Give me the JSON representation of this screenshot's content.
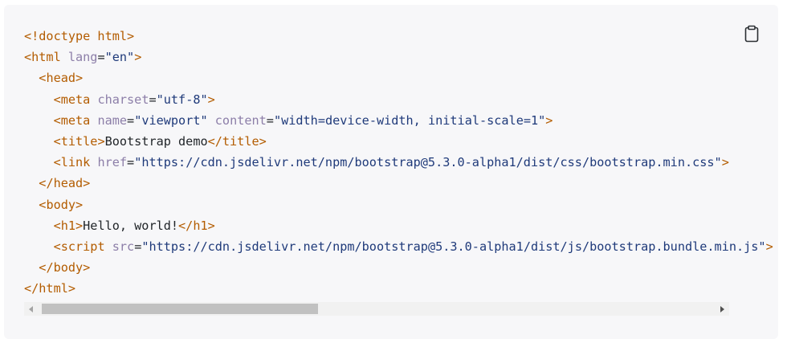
{
  "copy_button": {
    "icon": "clipboard-icon"
  },
  "code": {
    "language": "html",
    "lines": [
      [
        {
          "t": "doctype",
          "v": "<!doctype html>"
        }
      ],
      [
        {
          "t": "tag",
          "v": "<html"
        },
        {
          "t": "text",
          "v": " "
        },
        {
          "t": "attr",
          "v": "lang"
        },
        {
          "t": "punct",
          "v": "="
        },
        {
          "t": "str",
          "v": "\"en\""
        },
        {
          "t": "tag",
          "v": ">"
        }
      ],
      [
        {
          "t": "text",
          "v": "  "
        },
        {
          "t": "tag",
          "v": "<head>"
        }
      ],
      [
        {
          "t": "text",
          "v": "    "
        },
        {
          "t": "tag",
          "v": "<meta"
        },
        {
          "t": "text",
          "v": " "
        },
        {
          "t": "attr",
          "v": "charset"
        },
        {
          "t": "punct",
          "v": "="
        },
        {
          "t": "str",
          "v": "\"utf-8\""
        },
        {
          "t": "tag",
          "v": ">"
        }
      ],
      [
        {
          "t": "text",
          "v": "    "
        },
        {
          "t": "tag",
          "v": "<meta"
        },
        {
          "t": "text",
          "v": " "
        },
        {
          "t": "attr",
          "v": "name"
        },
        {
          "t": "punct",
          "v": "="
        },
        {
          "t": "str",
          "v": "\"viewport\""
        },
        {
          "t": "text",
          "v": " "
        },
        {
          "t": "attr",
          "v": "content"
        },
        {
          "t": "punct",
          "v": "="
        },
        {
          "t": "str",
          "v": "\"width=device-width, initial-scale=1\""
        },
        {
          "t": "tag",
          "v": ">"
        }
      ],
      [
        {
          "t": "text",
          "v": "    "
        },
        {
          "t": "tag",
          "v": "<title>"
        },
        {
          "t": "text",
          "v": "Bootstrap demo"
        },
        {
          "t": "tag",
          "v": "</title>"
        }
      ],
      [
        {
          "t": "text",
          "v": "    "
        },
        {
          "t": "tag",
          "v": "<link"
        },
        {
          "t": "text",
          "v": " "
        },
        {
          "t": "attr",
          "v": "href"
        },
        {
          "t": "punct",
          "v": "="
        },
        {
          "t": "str",
          "v": "\"https://cdn.jsdelivr.net/npm/bootstrap@5.3.0-alpha1/dist/css/bootstrap.min.css\""
        },
        {
          "t": "tag",
          "v": ">"
        }
      ],
      [
        {
          "t": "text",
          "v": "  "
        },
        {
          "t": "tag",
          "v": "</head>"
        }
      ],
      [
        {
          "t": "text",
          "v": "  "
        },
        {
          "t": "tag",
          "v": "<body>"
        }
      ],
      [
        {
          "t": "text",
          "v": "    "
        },
        {
          "t": "tag",
          "v": "<h1>"
        },
        {
          "t": "text",
          "v": "Hello, world!"
        },
        {
          "t": "tag",
          "v": "</h1>"
        }
      ],
      [
        {
          "t": "text",
          "v": "    "
        },
        {
          "t": "tag",
          "v": "<script"
        },
        {
          "t": "text",
          "v": " "
        },
        {
          "t": "attr",
          "v": "src"
        },
        {
          "t": "punct",
          "v": "="
        },
        {
          "t": "str",
          "v": "\"https://cdn.jsdelivr.net/npm/bootstrap@5.3.0-alpha1/dist/js/bootstrap.bundle.min.js\""
        },
        {
          "t": "tag",
          "v": ">"
        }
      ],
      [
        {
          "t": "text",
          "v": "  "
        },
        {
          "t": "tag",
          "v": "</body>"
        }
      ],
      [
        {
          "t": "tag",
          "v": "</html>"
        }
      ]
    ]
  },
  "scrollbar": {
    "left_arrow_icon": "scroll-left-arrow-icon",
    "right_arrow_icon": "scroll-right-arrow-icon",
    "position": 0.0,
    "visible_fraction": 0.4
  }
}
